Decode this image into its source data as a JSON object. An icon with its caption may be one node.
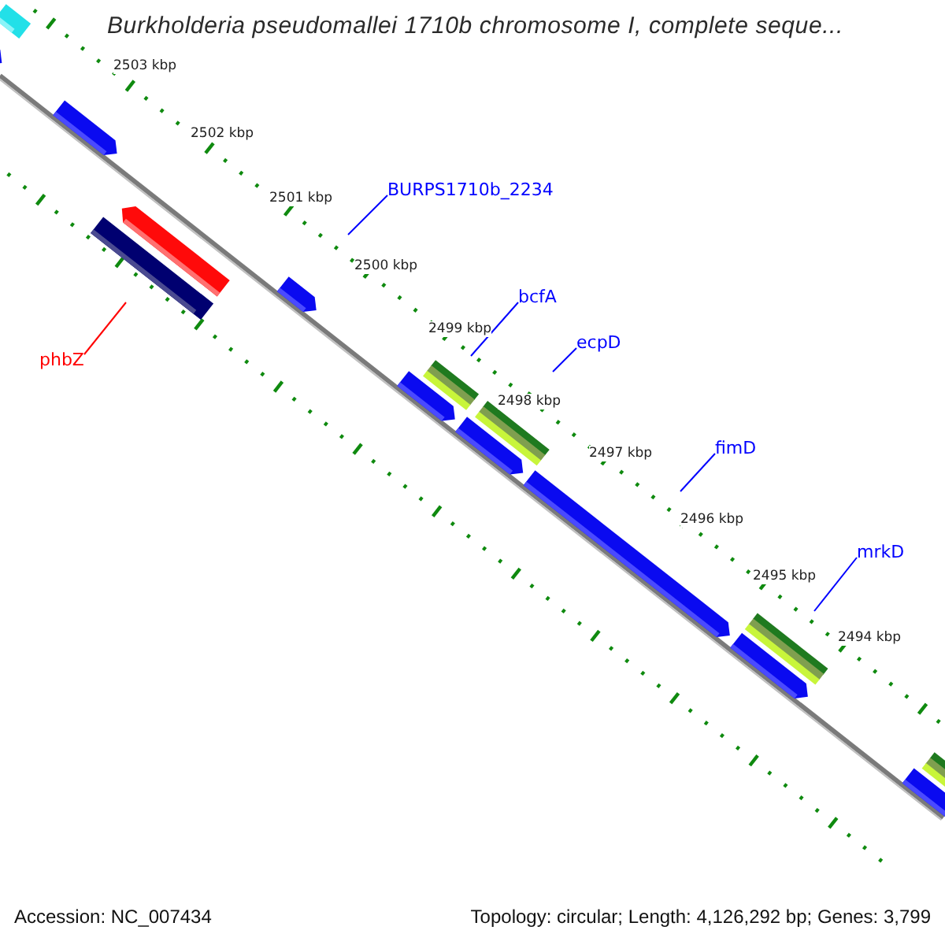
{
  "diagram": {
    "title": "Burkholderia pseudomallei 1710b chromosome I, complete seque...",
    "nodes": [
      {
        "text": [
          "BURPS1710b_2234"
        ]
      },
      {
        "text": [
          "bcfA"
        ]
      },
      {
        "text": [
          "ecpD"
        ]
      },
      {
        "text": [
          "fimD"
        ]
      },
      {
        "text": [
          "mrkD"
        ]
      },
      {
        "text": [
          "phbZ"
        ]
      }
    ],
    "edges": [
      {
        "from": 0,
        "to": null,
        "arrow": "none"
      },
      {
        "from": 1,
        "to": null,
        "arrow": "none"
      },
      {
        "from": 2,
        "to": null,
        "arrow": "none"
      },
      {
        "from": 3,
        "to": null,
        "arrow": "none"
      },
      {
        "from": 4,
        "to": null,
        "arrow": "none"
      },
      {
        "from": 5,
        "to": null,
        "arrow": "none",
        "color": "#ff0000"
      }
    ],
    "labels": [
      "2503 kbp",
      "2502 kbp",
      "2501 kbp",
      "2500 kbp",
      "2499 kbp",
      "2498 kbp",
      "2497 kbp",
      "2496 kbp",
      "2495 kbp",
      "2494 kbp",
      "Accession: NC_007434",
      "Topology: circular; Length: 4,126,292 bp; Genes: 3,799"
    ]
  }
}
